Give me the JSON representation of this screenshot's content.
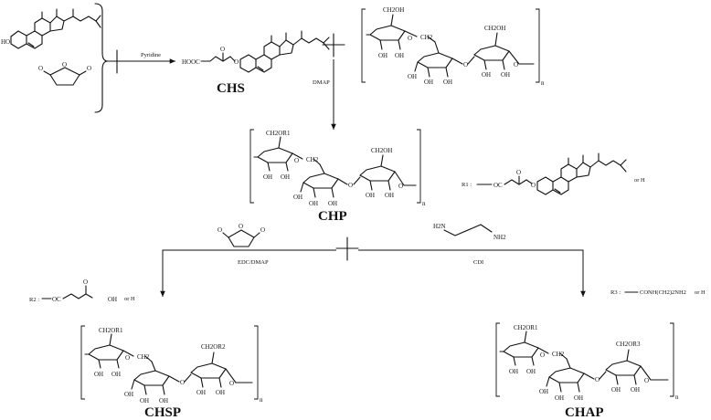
{
  "compounds": {
    "chs": "CHS",
    "chp": "CHP",
    "chsp": "CHSP",
    "chap": "CHAP"
  },
  "reagents": {
    "pyridine": "Pyridine",
    "dmap": "DMAP",
    "edc_dmap": "EDC/DMAP",
    "cdi": "CDI"
  },
  "atoms": {
    "ho": "HO",
    "hooc": "HOOC",
    "o": "O",
    "oh": "OH",
    "ch2oh": "CH2OH",
    "ch2": "CH2",
    "ch2or1": "CH2OR1",
    "ch2or2": "CH2OR2",
    "ch2or3": "CH2OR3",
    "oc": "OC",
    "h2n": "H2N",
    "nh2": "NH2",
    "n_sub": "n"
  },
  "substituents": {
    "r1": "R1 :",
    "r2": "R2 :",
    "r3": "R3 :",
    "r3_group": "CONH(CH2)2NH2",
    "or_h": "or  H"
  }
}
